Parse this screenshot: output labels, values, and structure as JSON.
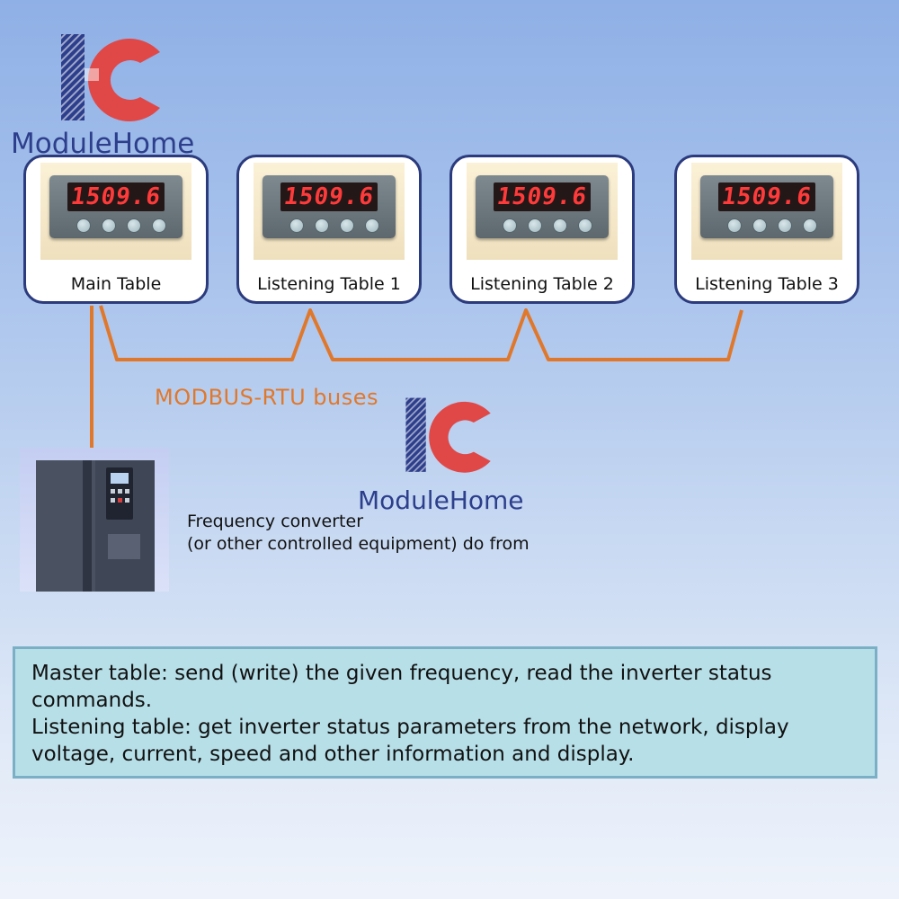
{
  "brand": {
    "logo_mark": "IC",
    "name": "ModuleHome",
    "colors": {
      "blue": "#2d3f8c",
      "red": "#e04848",
      "bus": "#e0782c"
    }
  },
  "meters": [
    {
      "label": "Main Table",
      "reading": "1509.6"
    },
    {
      "label": "Listening Table 1",
      "reading": "1509.6"
    },
    {
      "label": "Listening Table 2",
      "reading": "1509.6"
    },
    {
      "label": "Listening Table 3",
      "reading": "1509.6"
    }
  ],
  "bus": {
    "label": "MODBUS-RTU buses"
  },
  "equipment": {
    "line1": "Frequency converter",
    "line2": "(or other controlled equipment) do from"
  },
  "info": {
    "line1": "Master table: send (write) the given frequency, read the inverter status commands.",
    "line2": "Listening table: get inverter status parameters from the network, display voltage, current, speed and other information and display."
  }
}
